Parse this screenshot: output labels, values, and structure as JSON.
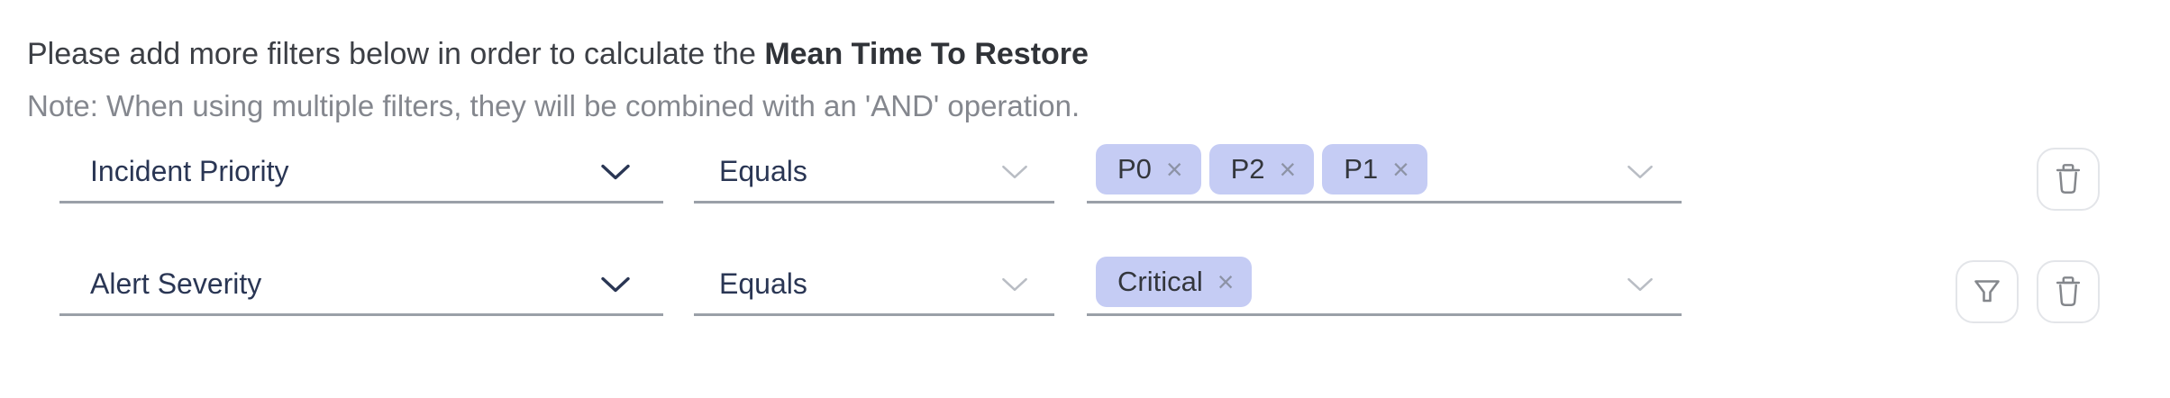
{
  "header": {
    "intro_text": "Please add more filters below in order to calculate the ",
    "metric_name": "Mean Time To Restore",
    "note": "Note: When using multiple filters, they will be combined with an 'AND' operation."
  },
  "icons": {
    "remove_glyph": "×",
    "field_chevron": "chevron-down",
    "operator_chevron": "chevron-down",
    "values_chevron": "chevron-down",
    "filter_action": "funnel",
    "delete_action": "trash"
  },
  "colors": {
    "header_text": "#3c3f45",
    "note_text": "#84878e",
    "field_label": "#2a3654",
    "underline": "#9aa0a8",
    "chip_bg": "#c5ccf4",
    "chip_text": "#33363c",
    "chip_remove": "#8d93a6",
    "button_border": "#e3e5e9",
    "button_icon": "#84878c"
  },
  "rows": [
    {
      "field": "Incident Priority",
      "operator": "Equals",
      "values": [
        "P0",
        "P2",
        "P1"
      ],
      "actions": [
        "delete"
      ]
    },
    {
      "field": "Alert Severity",
      "operator": "Equals",
      "values": [
        "Critical"
      ],
      "actions": [
        "filter",
        "delete"
      ]
    }
  ]
}
